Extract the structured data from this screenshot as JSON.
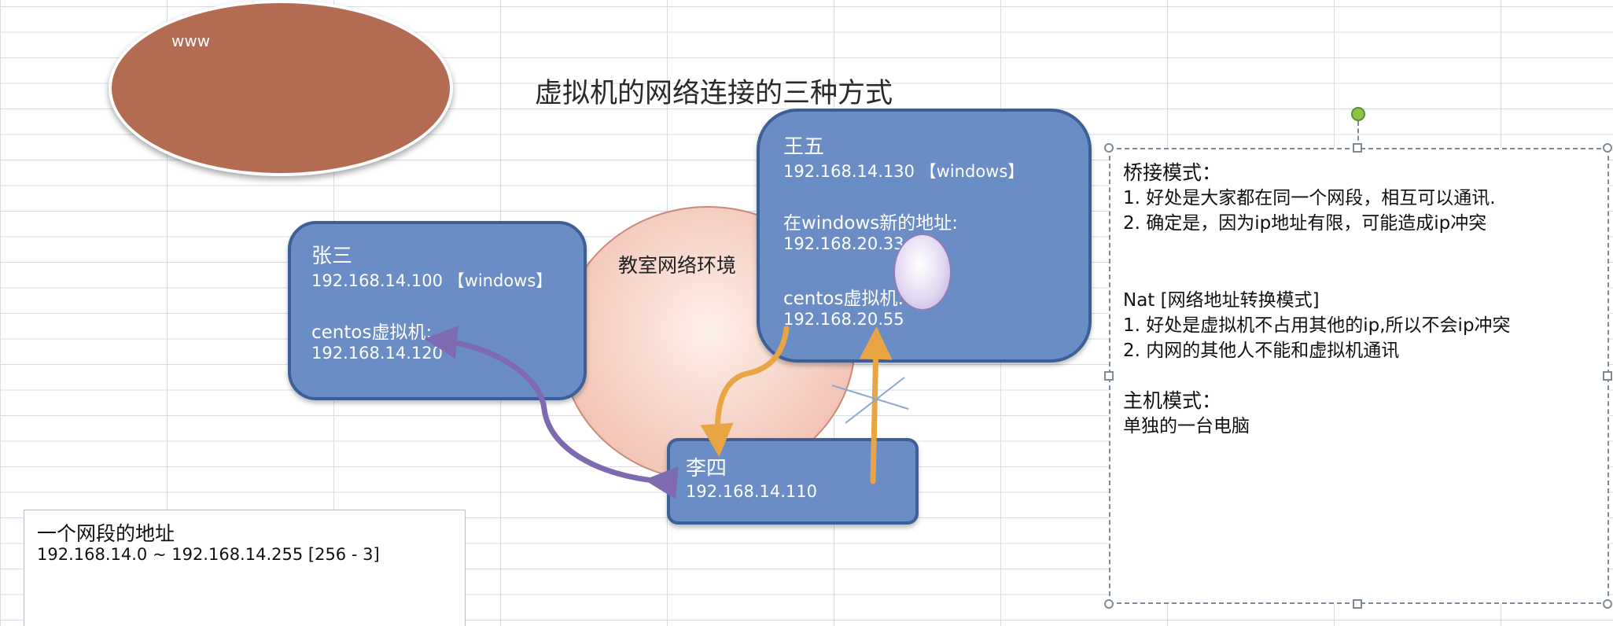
{
  "title": "虚拟机的网络连接的三种方式",
  "oval": {
    "label": "www",
    "fill": "#b36b52"
  },
  "classroom": {
    "label": "教室网络环境"
  },
  "nodes": {
    "zhangsan": {
      "name": "张三",
      "host_ip": "192.168.14.100 【windows】",
      "vm_label": "centos虚拟机:",
      "vm_ip": "192.168.14.120"
    },
    "wangwu": {
      "name": "王五",
      "host_ip": "192.168.14.130 【windows】",
      "new_addr_label": "在windows新的地址:",
      "new_addr_ip": "192.168.20.33",
      "vm_label": "centos虚拟机:",
      "vm_ip": "192.168.20.55"
    },
    "lisi": {
      "name": "李四",
      "ip": "192.168.14.110"
    }
  },
  "modes": {
    "bridge": {
      "title": "桥接模式：",
      "lines": [
        "1. 好处是大家都在同一个网段，相互可以通讯.",
        "2. 确定是，因为ip地址有限，可能造成ip冲突"
      ]
    },
    "nat": {
      "title": "Nat [网络地址转换模式]",
      "lines": [
        "1. 好处是虚拟机不占用其他的ip,所以不会ip冲突",
        "2. 内网的其他人不能和虚拟机通讯"
      ]
    },
    "host": {
      "title": "主机模式：",
      "lines": [
        "单独的一台电脑"
      ]
    }
  },
  "segment": {
    "title": "一个网段的地址",
    "range": "192.168.14.0 ~ 192.168.14.255  [256 - 3]"
  },
  "colors": {
    "node_fill": "#6a8dc6",
    "node_border": "#3d5f97",
    "bridge_arrow": "#7d6ab0",
    "nat_arrow": "#e9a443",
    "classroom_fill": "#f3c6b8"
  }
}
